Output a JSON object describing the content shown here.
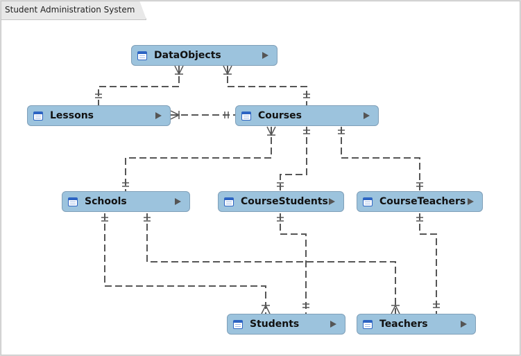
{
  "diagram": {
    "title": "Student Administration System",
    "entities": [
      {
        "id": "DataObjects",
        "label": "DataObjects"
      },
      {
        "id": "Lessons",
        "label": "Lessons"
      },
      {
        "id": "Courses",
        "label": "Courses"
      },
      {
        "id": "Schools",
        "label": "Schools"
      },
      {
        "id": "CourseStudents",
        "label": "CourseStudents"
      },
      {
        "id": "CourseTeachers",
        "label": "CourseTeachers"
      },
      {
        "id": "Students",
        "label": "Students"
      },
      {
        "id": "Teachers",
        "label": "Teachers"
      }
    ],
    "relationships": [
      {
        "from": "Lessons",
        "from_end": "one",
        "to": "DataObjects",
        "to_end": "many"
      },
      {
        "from": "Courses",
        "from_end": "one",
        "to": "DataObjects",
        "to_end": "many"
      },
      {
        "from": "Courses",
        "from_end": "one",
        "to": "Lessons",
        "to_end": "many"
      },
      {
        "from": "Schools",
        "from_end": "one",
        "to": "Courses",
        "to_end": "many"
      },
      {
        "from": "Courses",
        "from_end": "one",
        "to": "CourseStudents",
        "to_end": "one"
      },
      {
        "from": "Courses",
        "from_end": "one",
        "to": "CourseTeachers",
        "to_end": "one"
      },
      {
        "from": "Schools",
        "from_end": "one",
        "to": "Students",
        "to_end": "many"
      },
      {
        "from": "Schools",
        "from_end": "one",
        "to": "Teachers",
        "to_end": "many"
      },
      {
        "from": "CourseStudents",
        "from_end": "one",
        "to": "Students",
        "to_end": "one"
      },
      {
        "from": "CourseTeachers",
        "from_end": "one",
        "to": "Teachers",
        "to_end": "one"
      }
    ],
    "colors": {
      "entity_fill": "#9cc3dd",
      "entity_border": "#7f9fb8",
      "connector": "#555555",
      "expand_arrow": "#555555",
      "table_icon": "#2d64c3"
    },
    "icons": {
      "entity": "table-icon",
      "expand": "expand-arrow-icon"
    }
  }
}
